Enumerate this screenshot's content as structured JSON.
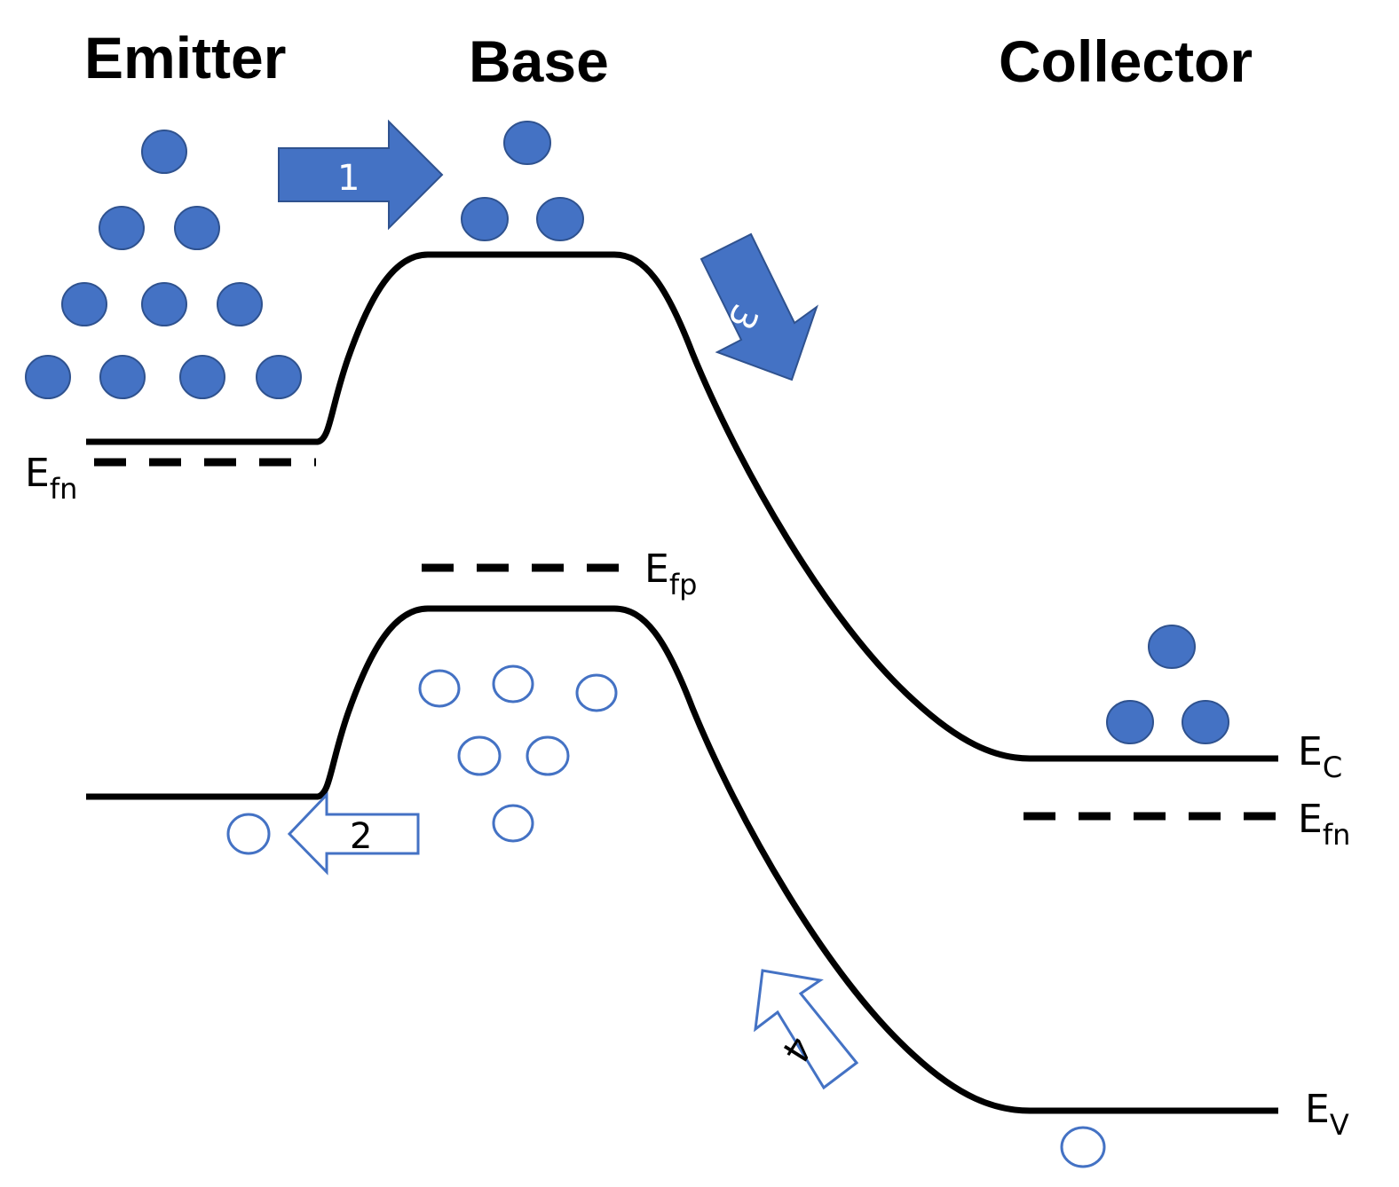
{
  "regions": {
    "emitter": "Emitter",
    "base": "Base",
    "collector": "Collector"
  },
  "levels": {
    "emitter_fermi": {
      "main": "E",
      "sub": "fn"
    },
    "base_fermi": {
      "main": "E",
      "sub": "fp"
    },
    "conduction": {
      "main": "E",
      "sub": "C"
    },
    "collector_fermi": {
      "main": "E",
      "sub": "fn"
    },
    "valence": {
      "main": "E",
      "sub": "V"
    }
  },
  "arrows": {
    "a1": "1",
    "a2": "2",
    "a3": "3",
    "a4": "4"
  },
  "colors": {
    "carrier_fill": "#4472c4",
    "carrier_outline": "#2f528f",
    "band_line": "#000000"
  }
}
